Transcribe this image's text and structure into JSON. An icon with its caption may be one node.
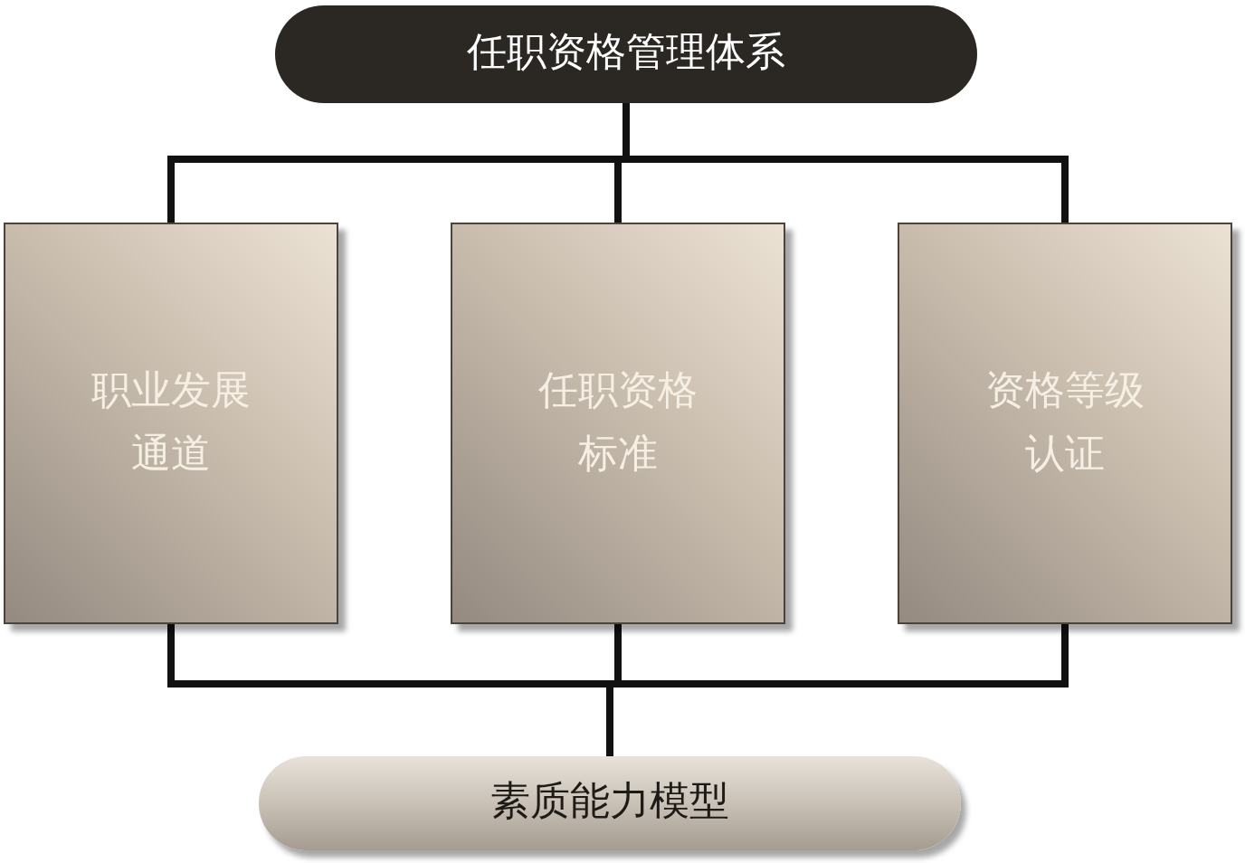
{
  "diagram": {
    "nodes": [
      {
        "text": [
          "任职资格管理体系"
        ]
      },
      {
        "text": [
          "职业发展通道"
        ]
      },
      {
        "text": [
          "任职资格标准"
        ]
      },
      {
        "text": [
          "资格等级认证"
        ]
      },
      {
        "text": [
          "素质能力模型"
        ]
      }
    ],
    "edges": [
      {
        "from": 0,
        "to": 1,
        "arrow": "none"
      },
      {
        "from": 0,
        "to": 2,
        "arrow": "none"
      },
      {
        "from": 0,
        "to": 3,
        "arrow": "none"
      },
      {
        "from": 1,
        "to": 4,
        "arrow": "none"
      },
      {
        "from": 2,
        "to": 4,
        "arrow": "none"
      },
      {
        "from": 3,
        "to": 4,
        "arrow": "none"
      }
    ]
  }
}
